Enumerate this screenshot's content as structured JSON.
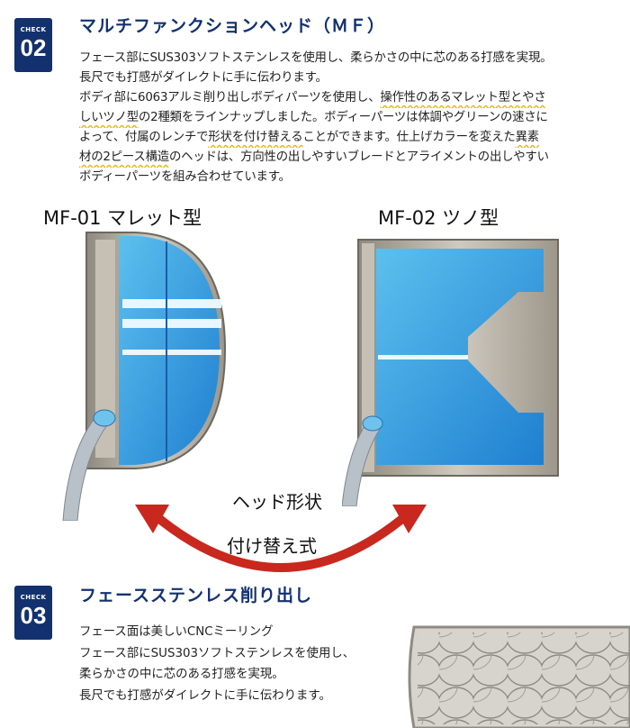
{
  "check02": {
    "badge_label": "CHECK",
    "badge_num": "02",
    "heading": "マルチファンクションヘッド（ＭＦ）",
    "lines": [
      [
        {
          "t": "フェース部にSUS303ソフトステンレスを使用し、柔らかさの中に芯のある打感を実現。"
        }
      ],
      [
        {
          "t": "長尺でも打感がダイレクトに手に伝わります。"
        }
      ],
      [
        {
          "t": "ボディ部に6063アルミ削り出しボディパーツを使用し、"
        },
        {
          "t": "操作性のあるマレット型とやさ",
          "u": true
        }
      ],
      [
        {
          "t": "しいツノ型",
          "u": true
        },
        {
          "t": "の2種類をラインナップしました。ボディーパーツは体調やグリーンの速さに"
        }
      ],
      [
        {
          "t": "よって、付属のレンチで"
        },
        {
          "t": "形状を付け替える",
          "u": true
        },
        {
          "t": "ことができます。仕上げカラーを変えた"
        },
        {
          "t": "異素",
          "u": true
        }
      ],
      [
        {
          "t": "材の2ピース構造",
          "u": true
        },
        {
          "t": "のヘッドは、方向性の出しやすいブレードとアライメントの出しやすい"
        }
      ],
      [
        {
          "t": "ボディーパーツを組み合わせています。"
        }
      ]
    ]
  },
  "models": {
    "mf01": "MF-01 マレット型",
    "mf02": "MF-02 ツノ型"
  },
  "arrow_labels": {
    "line1": "ヘッド形状",
    "line2": "付け替え式"
  },
  "check03": {
    "badge_label": "CHECK",
    "badge_num": "03",
    "heading": "フェースステンレス削り出し",
    "lines": [
      "フェース面は美しいCNCミーリング",
      "フェース部にSUS303ソフトステンレスを使用し、",
      "柔らかさの中に芯のある打感を実現。",
      "長尺でも打感がダイレクトに手に伝わります。"
    ]
  },
  "colors": {
    "navy": "#12316e",
    "accent_blue": "#2f8fd8",
    "silver": "#b9b3a6",
    "arrow_red": "#c8281e",
    "underline_gold": "#e8b400"
  }
}
